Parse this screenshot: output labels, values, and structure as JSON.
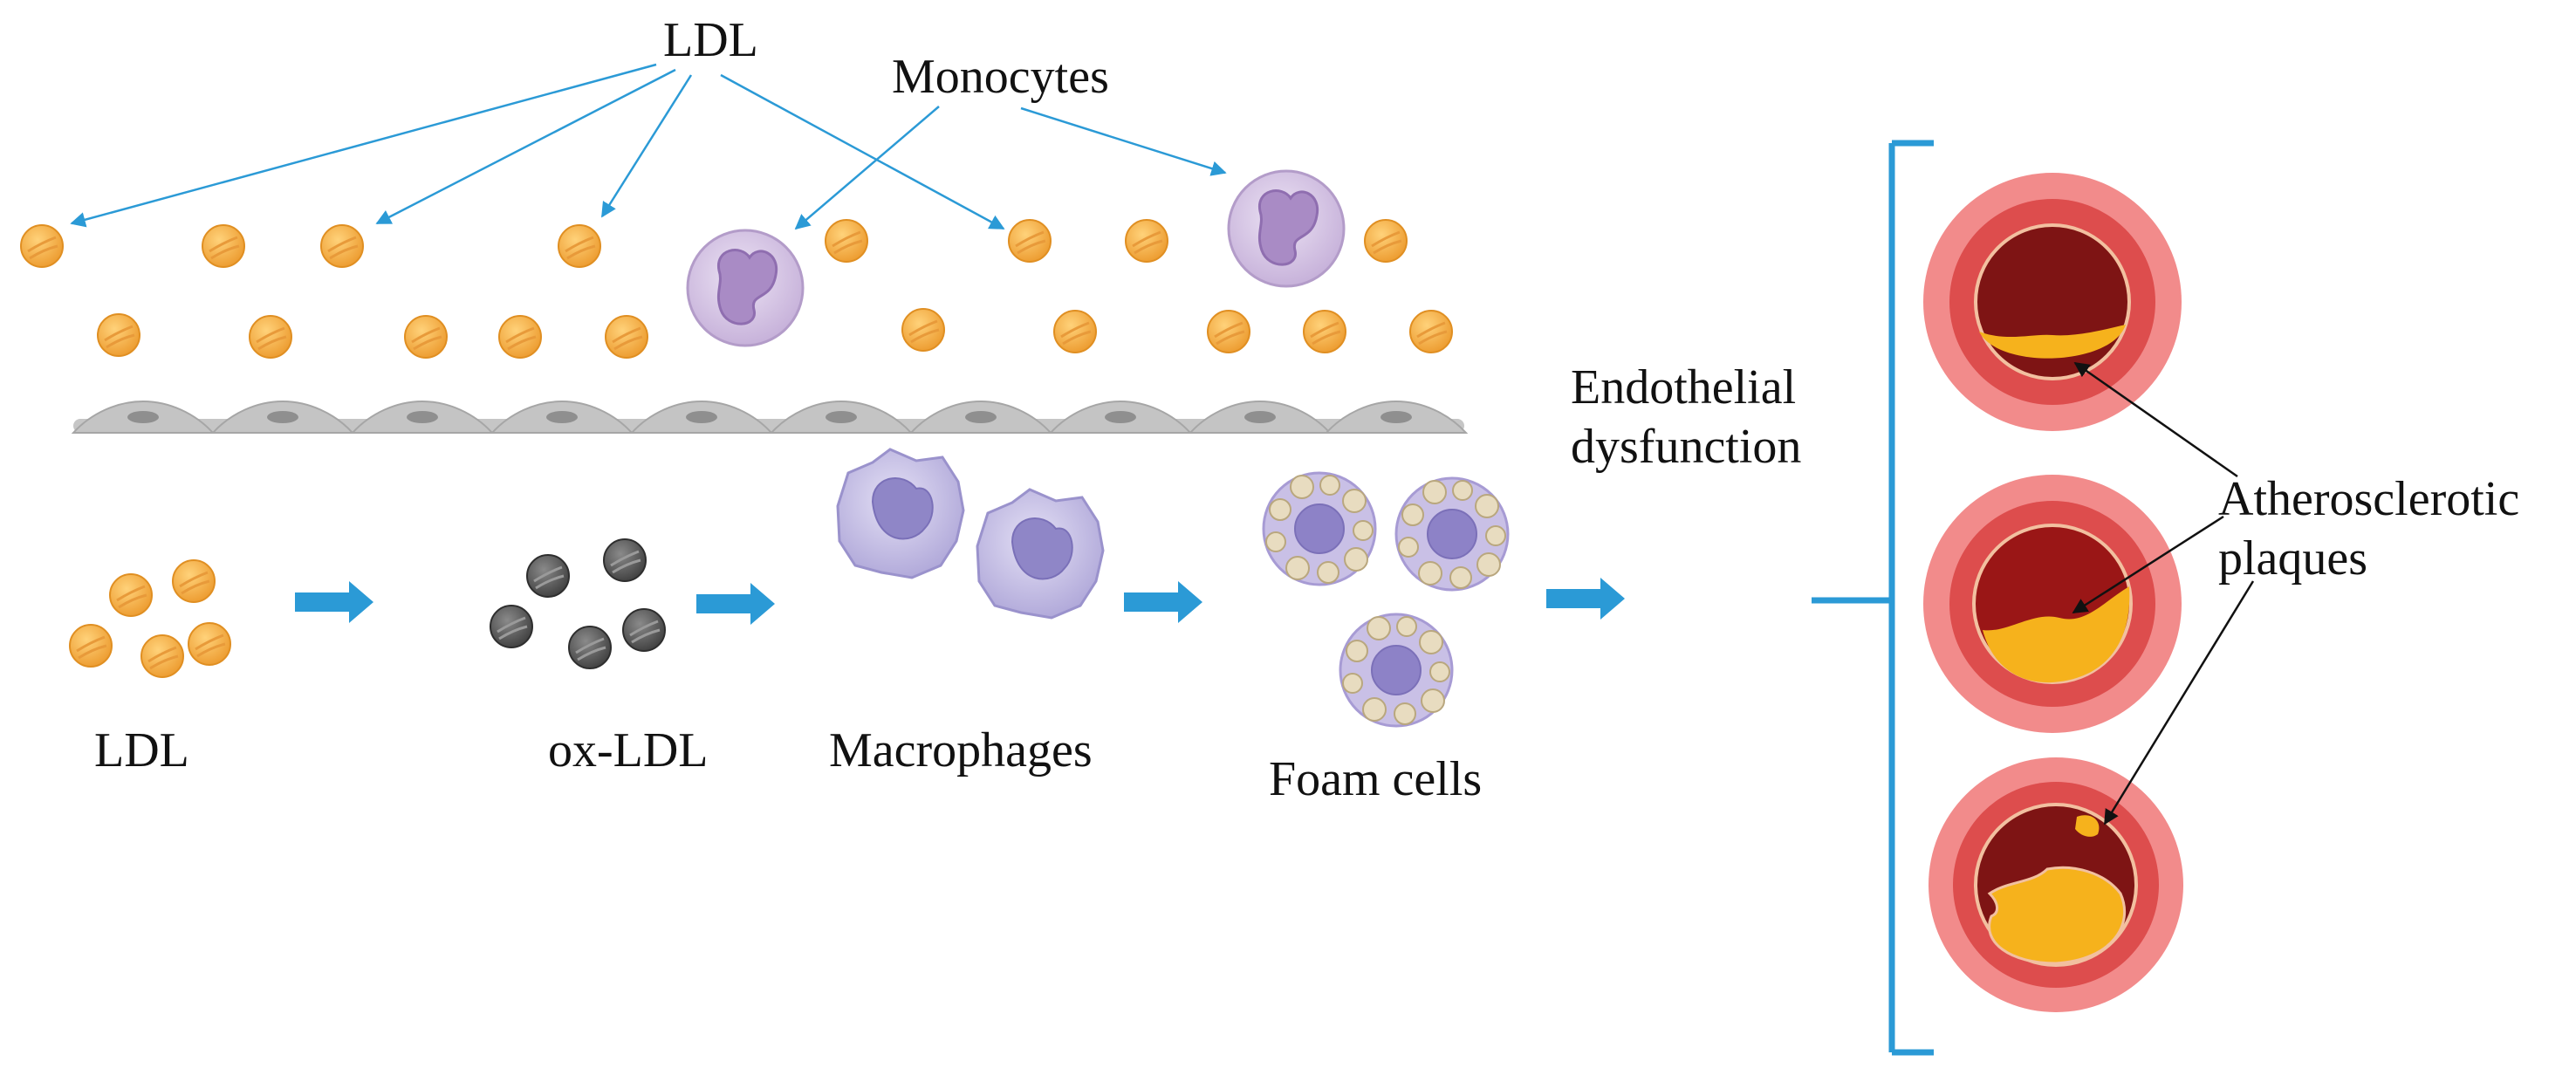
{
  "labels": {
    "ldl_top": "LDL",
    "monocytes": "Monocytes",
    "ldl": "LDL",
    "ox_ldl": "ox-LDL",
    "macrophages": "Macrophages",
    "foam_cells": "Foam cells",
    "endothelial_line1": "Endothelial",
    "endothelial_line2": "dysfunction",
    "atherosclerotic_line1": "Atherosclerotic",
    "atherosclerotic_line2": "plaques"
  },
  "colors": {
    "ldl_particle": "#f4b04a",
    "ox_ldl_particle": "#5a5a5a",
    "monocyte": "#c7b3d9",
    "macrophage": "#b7b0dc",
    "foam_cell": "#c4b9e2",
    "endothelium": "#bdbdbd",
    "flow_arrow": "#2b9ad6",
    "pointer_arrow": "#2b9ad6",
    "bracket": "#2b9ad6",
    "artery_outer": "#f07a7a",
    "artery_wall": "#d94848",
    "lumen": "#8b1a1a",
    "plaque": "#f6b21c"
  }
}
